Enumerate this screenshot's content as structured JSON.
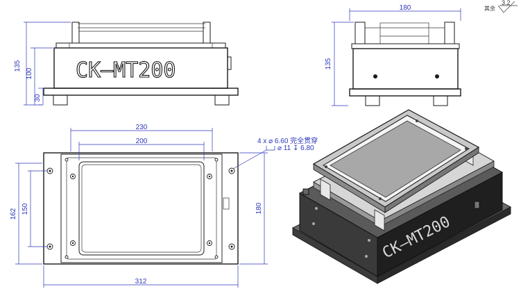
{
  "roughness": {
    "label": "其余",
    "value": "3.2"
  },
  "front_view": {
    "model_label": "CK—MT200",
    "dims": {
      "height_total": "135",
      "height_mid": "100",
      "height_base": "30"
    }
  },
  "side_view": {
    "dims": {
      "width": "180",
      "height": "135"
    }
  },
  "top_view": {
    "dims": {
      "outer_hole_spacing": "230",
      "inner_hole_spacing": "200",
      "height_162": "162",
      "height_150": "150",
      "height_180": "180",
      "length": "312"
    },
    "hole_note_line1": "4 x ⌀ 6.60  完全贯穿",
    "hole_note_line2": "⌀ 11 ↧ 6.80"
  },
  "iso_view": {
    "model_label": "CK—MT200"
  }
}
